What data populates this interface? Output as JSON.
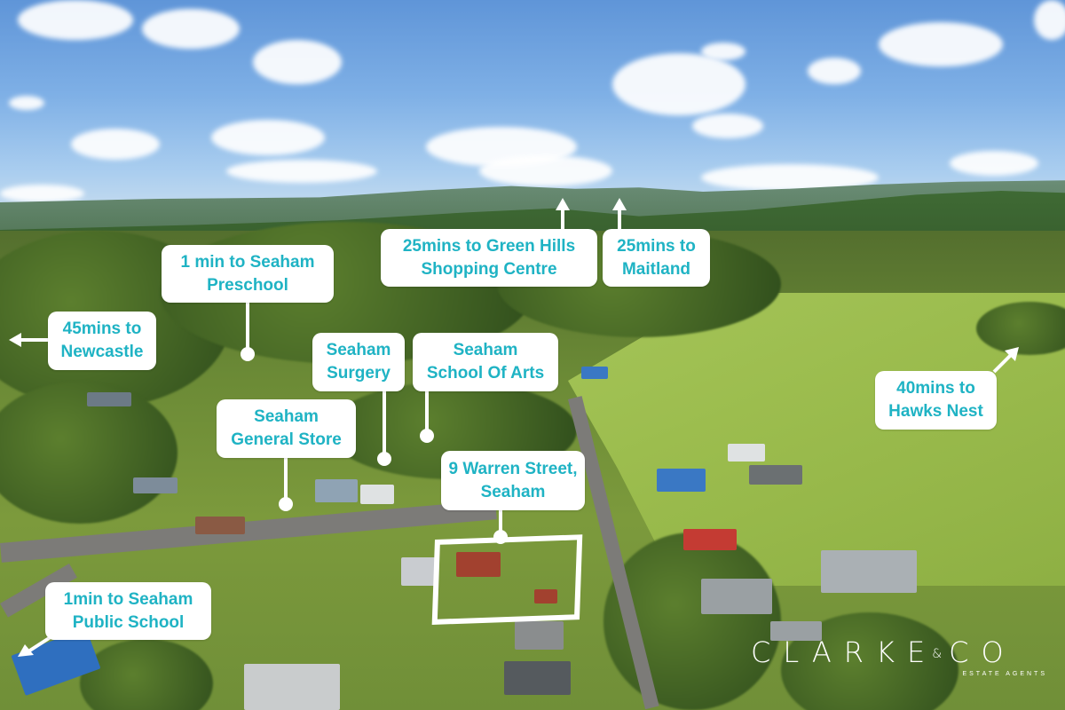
{
  "image": {
    "type": "aerial-real-estate-photo",
    "colors": {
      "label_background": "#ffffff",
      "label_text": "#1fb3c4",
      "outline": "#ffffff",
      "sky": "#7fb0e6"
    }
  },
  "property": {
    "label_line1": "9 Warren Street,",
    "label_line2": "Seaham"
  },
  "annotations": [
    {
      "id": "preschool",
      "line1": "1 min to Seaham",
      "line2": "Preschool",
      "pointer": "dot"
    },
    {
      "id": "newcastle",
      "line1": "45mins to",
      "line2": "Newcastle",
      "pointer": "arrow-left"
    },
    {
      "id": "green-hills",
      "line1": "25mins to Green Hills",
      "line2": "Shopping Centre",
      "pointer": "arrow-up"
    },
    {
      "id": "maitland",
      "line1": "25mins to",
      "line2": "Maitland",
      "pointer": "arrow-up"
    },
    {
      "id": "surgery",
      "line1": "Seaham",
      "line2": "Surgery",
      "pointer": "dot"
    },
    {
      "id": "school-of-arts",
      "line1": "Seaham",
      "line2": "School Of Arts",
      "pointer": "dot"
    },
    {
      "id": "general-store",
      "line1": "Seaham",
      "line2": "General Store",
      "pointer": "dot"
    },
    {
      "id": "hawks-nest",
      "line1": "40mins to",
      "line2": "Hawks Nest",
      "pointer": "arrow-up-right"
    },
    {
      "id": "public-school",
      "line1": "1min to Seaham",
      "line2": "Public School",
      "pointer": "arrow-down-left"
    }
  ],
  "brand": {
    "name_left": "CLARKE",
    "ampersand": "&",
    "name_right": "CO",
    "tagline": "ESTATE AGENTS"
  }
}
